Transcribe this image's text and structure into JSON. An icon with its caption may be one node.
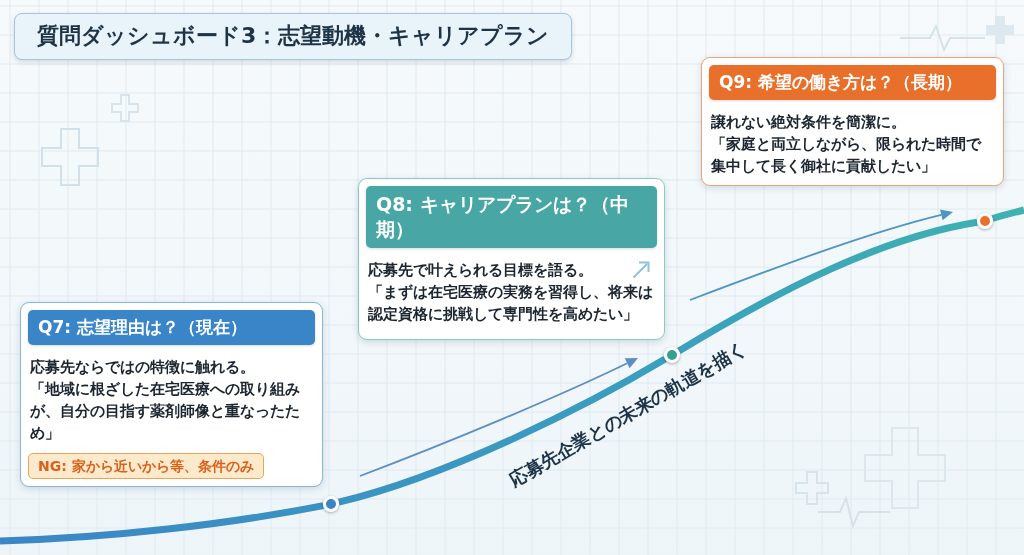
{
  "diagram": {
    "title": "質問ダッシュボード3：志望動機・キャリアプラン",
    "nodes": [
      {
        "text": [
          "Q7: 志望理由は？（現在）",
          "応募先ならではの特徴に触れる。",
          "「地域に根ざした在宅医療への取り組みが、自分の目指す薬剤師像と重なったため」"
        ]
      },
      {
        "text": [
          "NG: 家から近いから等、条件のみ"
        ],
        "in": 0
      },
      {
        "text": [
          "Q8: キャリアプランは？（中期）",
          "応募先で叶えられる目標を語る。",
          "「まずは在宅医療の実務を習得し、将来は認定資格に挑戦して専門性を高めたい」"
        ]
      },
      {
        "text": [
          "Q9: 希望の働き方は？（長期）",
          "譲れない絶対条件を簡潔に。",
          "「家庭と両立しながら、限られた時間で集中して長く御社に貢献したい」"
        ]
      },
      {
        "text": [],
        "shape": "circle"
      },
      {
        "text": [],
        "shape": "circle"
      },
      {
        "text": [],
        "shape": "circle"
      }
    ],
    "edges": [
      {
        "from": null,
        "to": 4,
        "arrow": "none"
      },
      {
        "from": 4,
        "to": 5,
        "arrow": "none"
      },
      {
        "from": 5,
        "to": 6,
        "arrow": "none"
      },
      {
        "from": 6,
        "to": null,
        "arrow": "none"
      }
    ],
    "labels": [
      "応募先企業との未来の軌道を描く"
    ]
  }
}
